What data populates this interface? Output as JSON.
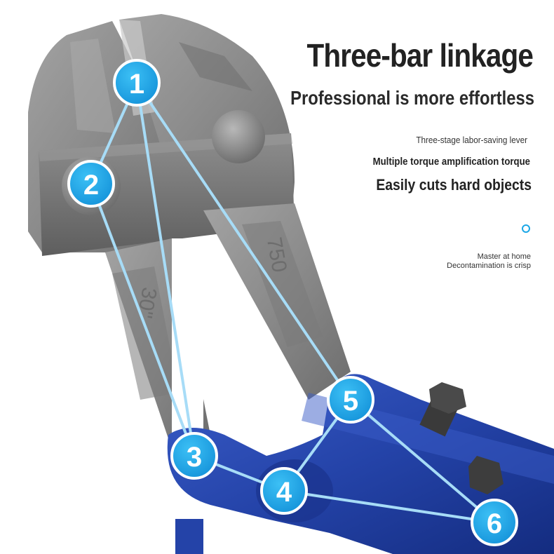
{
  "headline": "Three-bar linkage",
  "subheadline": "Professional is more effortless",
  "features": [
    "Three-stage labor-saving lever",
    "Multiple torque amplification torque",
    "Easily cuts hard objects"
  ],
  "notes": [
    "Master at home",
    "Decontamination is crisp"
  ],
  "markers": [
    "1",
    "2",
    "3",
    "4",
    "5",
    "6"
  ],
  "engravings": {
    "left_jaw": "30\"",
    "right_jaw": "750"
  },
  "colors": {
    "marker_fill": "#1aa3e8",
    "link_line": "#9fd8f5",
    "steel": "#8c8c8c",
    "handle_blue": "#2443a8"
  },
  "icons": [
    "circle-dot-icon"
  ]
}
